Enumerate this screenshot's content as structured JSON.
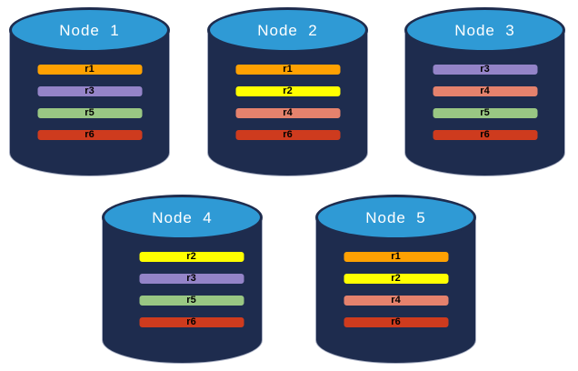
{
  "diagram": {
    "kind": "database-replication-diagram",
    "node_count": 5
  },
  "colors": {
    "background": "#FFFFFF",
    "cylinder_body": "#1E2C4E",
    "cylinder_top_fill": "#2F9AD5",
    "cylinder_outline": "#A7AEC2",
    "bar_border": "#1E2C4E",
    "bar_text": "#000000",
    "node_label_text": "#FFFFFF",
    "replica_colors": {
      "r1": "#FFA102",
      "r2": "#FFFF00",
      "r3": "#9484C8",
      "r4": "#E5826D",
      "r5": "#99C783",
      "r6": "#CE3B1E"
    }
  },
  "nodes": [
    {
      "label": "Node  1",
      "replicas": [
        "r1",
        "r3",
        "r5",
        "r6"
      ]
    },
    {
      "label": "Node  2",
      "replicas": [
        "r1",
        "r2",
        "r4",
        "r6"
      ]
    },
    {
      "label": "Node  3",
      "replicas": [
        "r3",
        "r4",
        "r5",
        "r6"
      ]
    },
    {
      "label": "Node  4",
      "replicas": [
        "r2",
        "r3",
        "r5",
        "r6"
      ]
    },
    {
      "label": "Node  5",
      "replicas": [
        "r1",
        "r2",
        "r4",
        "r6"
      ]
    }
  ]
}
